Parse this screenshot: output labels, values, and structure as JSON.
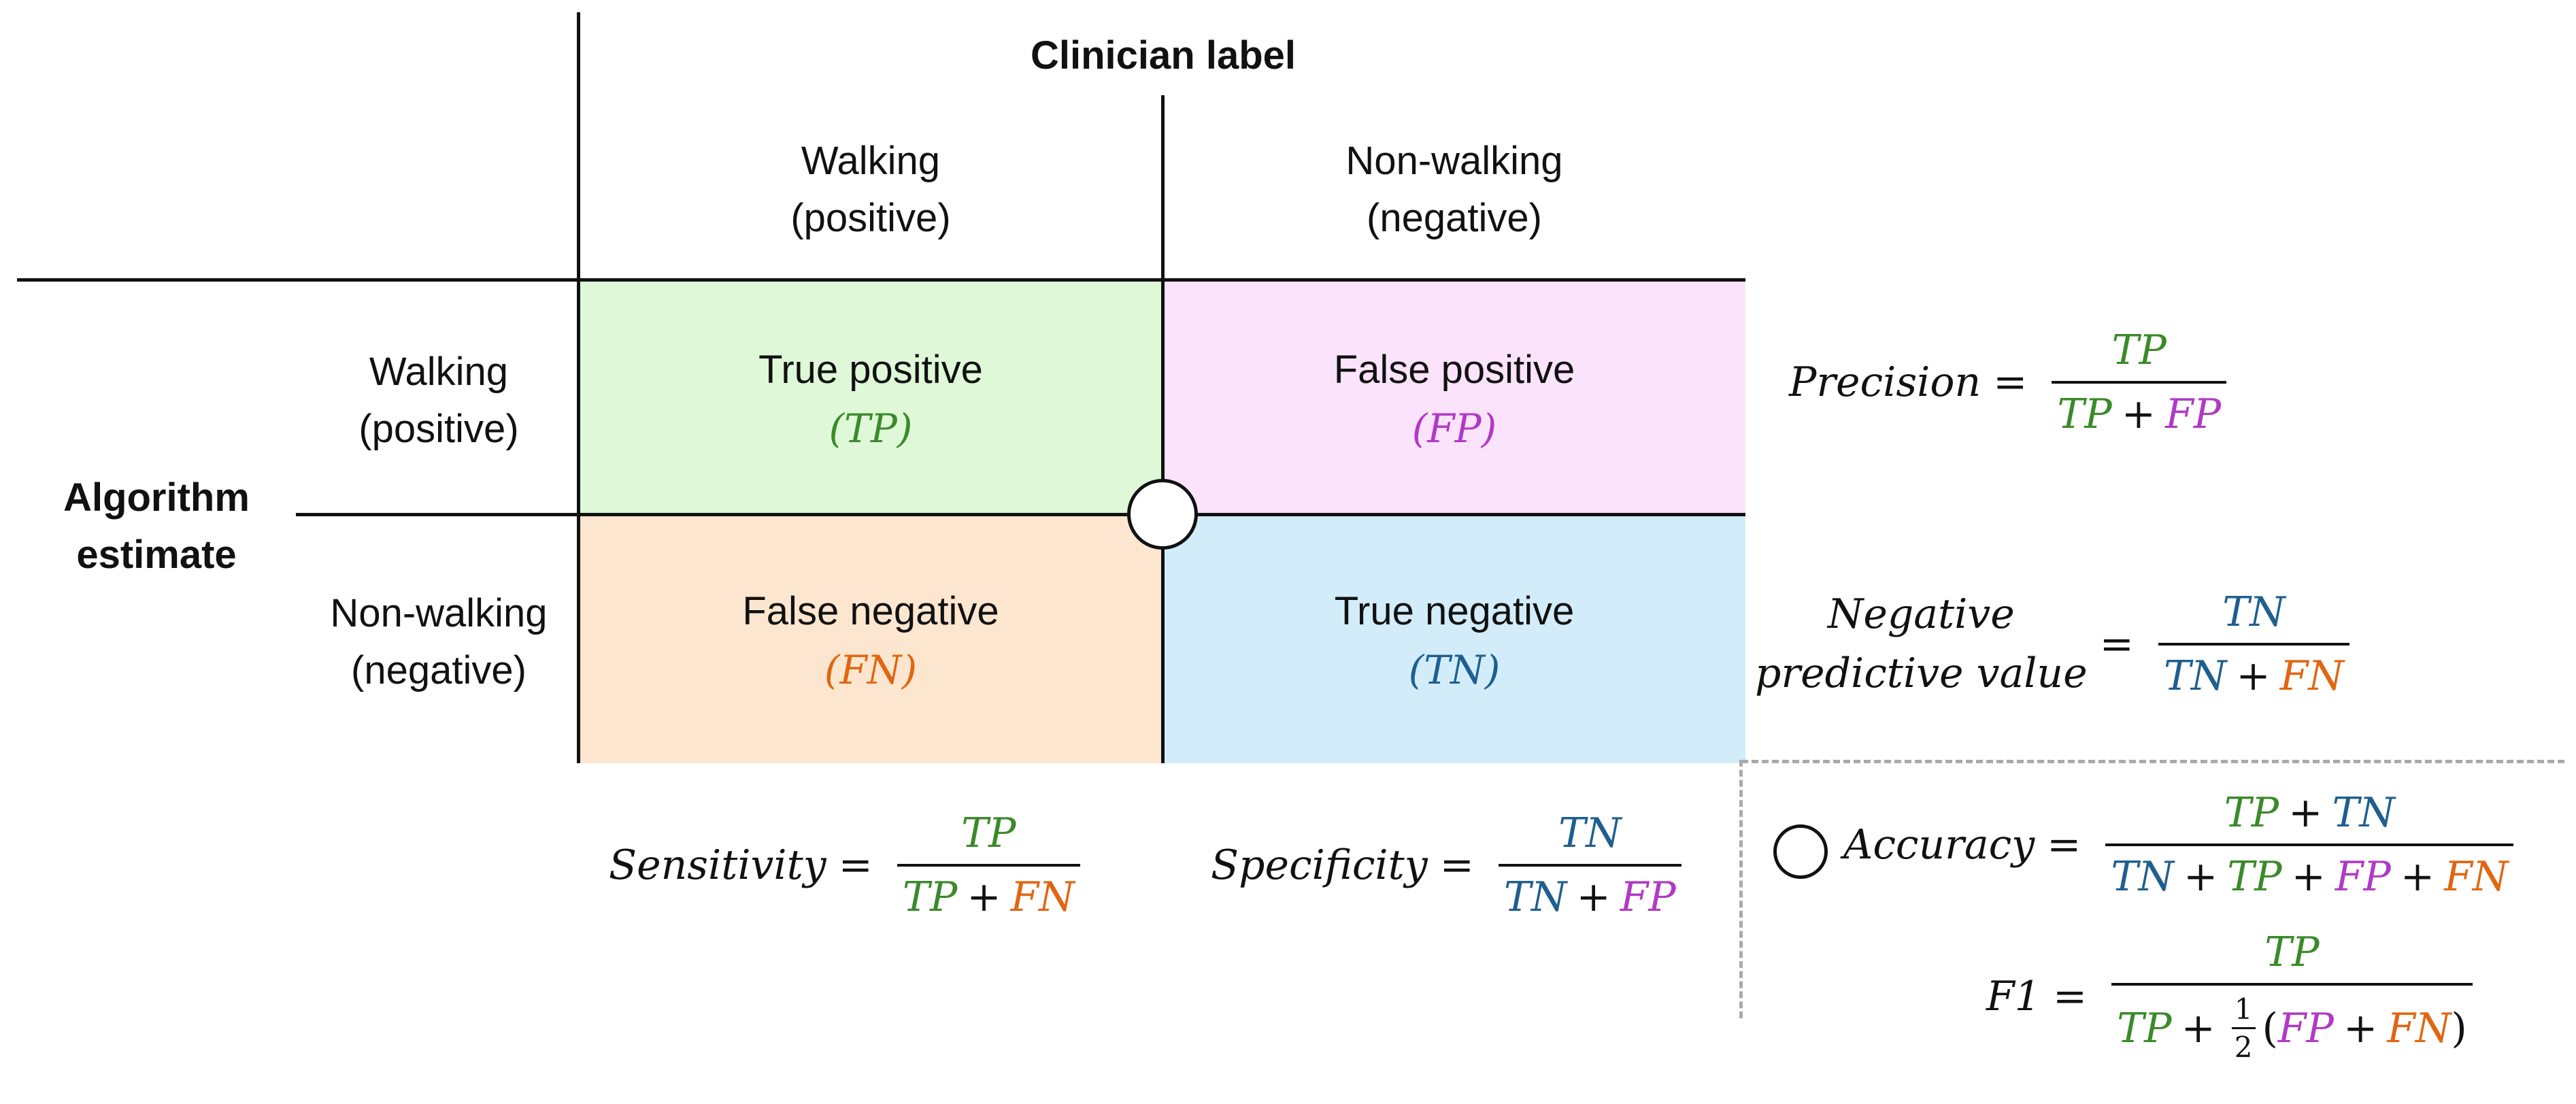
{
  "column_axis": {
    "title": "Clinician label"
  },
  "row_axis": {
    "title_line1": "Algorithm",
    "title_line2": "estimate"
  },
  "columns": [
    {
      "line1": "Walking",
      "line2": "(positive)"
    },
    {
      "line1": "Non-walking",
      "line2": "(negative)"
    }
  ],
  "rows": [
    {
      "line1": "Walking",
      "line2": "(positive)"
    },
    {
      "line1": "Non-walking",
      "line2": "(negative)"
    }
  ],
  "cells": {
    "tp": {
      "label": "True positive",
      "abbr": "(TP)",
      "color": "#dff9d8"
    },
    "fp": {
      "label": "False positive",
      "abbr": "(FP)",
      "color": "#fbe3fb"
    },
    "fn": {
      "label": "False negative",
      "abbr": "(FN)",
      "color": "#fde6cf"
    },
    "tn": {
      "label": "True negative",
      "abbr": "(TN)",
      "color": "#d2ecfa"
    }
  },
  "term_colors": {
    "TP": "#3a8a2a",
    "FP": "#b03ac4",
    "FN": "#e06612",
    "TN": "#1f5f8f"
  },
  "formulas": {
    "precision": {
      "name": "Precision",
      "num": [
        "TP"
      ],
      "den": [
        "TP",
        "+",
        "FP"
      ]
    },
    "npv": {
      "name_line1": "Negative",
      "name_line2": "predictive value",
      "num": [
        "TN"
      ],
      "den": [
        "TN",
        "+",
        "FN"
      ]
    },
    "sensitivity": {
      "name": "Sensitivity",
      "num": [
        "TP"
      ],
      "den": [
        "TP",
        "+",
        "FN"
      ]
    },
    "specificity": {
      "name": "Specificity",
      "num": [
        "TN"
      ],
      "den": [
        "TN",
        "+",
        "FP"
      ]
    },
    "accuracy": {
      "name": "Accuracy",
      "num": [
        "TP",
        "+",
        "TN"
      ],
      "den": [
        "TN",
        "+",
        "TP",
        "+",
        "FP",
        "+",
        "FN"
      ]
    },
    "f1": {
      "name": "F1",
      "num": [
        "TP"
      ],
      "den_prefix": [
        "TP",
        "+"
      ],
      "half_num": "1",
      "half_den": "2",
      "den_paren": [
        "FP",
        "+",
        "FN"
      ]
    }
  },
  "equals": "="
}
